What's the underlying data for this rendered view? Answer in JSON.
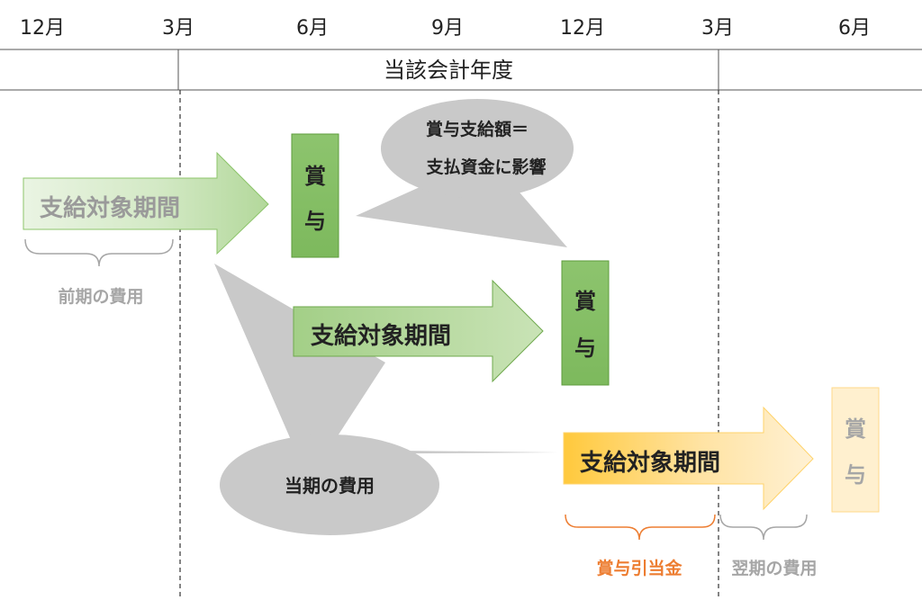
{
  "timeline": {
    "months": [
      "12月",
      "3月",
      "6月",
      "9月",
      "12月",
      "3月",
      "6月"
    ],
    "fiscal_year_label": "当該会計年度"
  },
  "bonus_labels": {
    "first": [
      "賞",
      "与"
    ],
    "second": [
      "賞",
      "与"
    ],
    "third": [
      "賞",
      "与"
    ]
  },
  "periods": {
    "prior": "支給対象期間",
    "current": "支給対象期間",
    "next": "支給対象期間"
  },
  "callouts": {
    "payment_line1": "賞与支給額＝",
    "payment_line2": "支払資金に影響",
    "current_expense": "当期の費用"
  },
  "brace_labels": {
    "prior_expense": "前期の費用",
    "provision": "賞与引当金",
    "next_expense": "翌期の費用"
  },
  "colors": {
    "green_light": "#e4f1dc",
    "green": "#a9d18e",
    "green_dark": "#70ad47",
    "orange": "#ffc000",
    "orange_text": "#ed7d31",
    "gray_bubble": "#c9c9c9",
    "gray_text": "#a6a6a6"
  }
}
